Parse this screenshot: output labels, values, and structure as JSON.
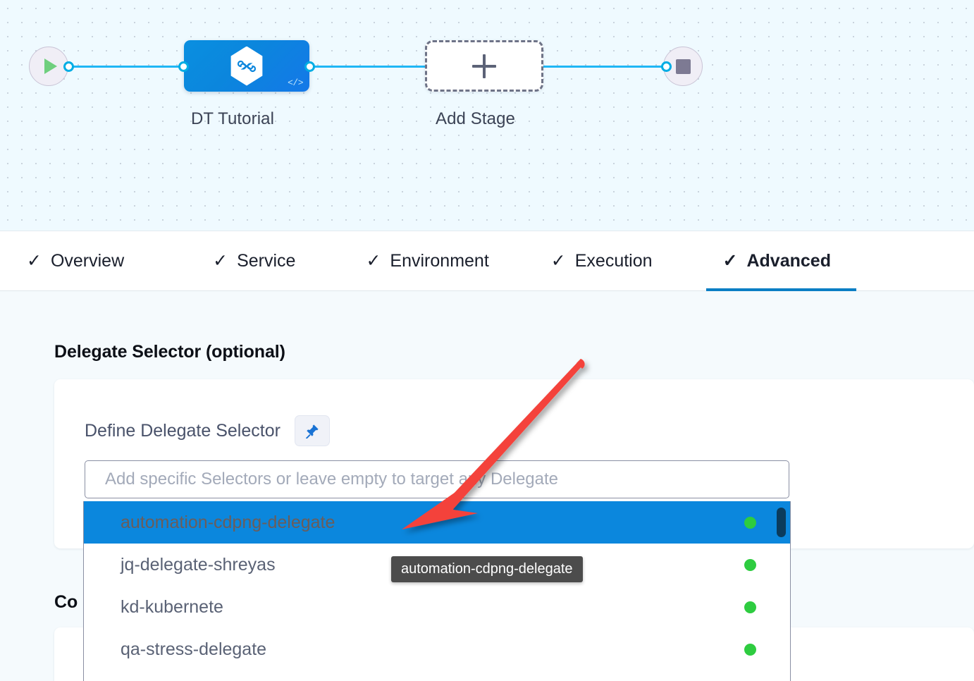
{
  "canvas": {
    "start_node": {
      "icon": "play-icon"
    },
    "end_node": {
      "icon": "stop-icon"
    },
    "stage": {
      "label": "DT Tutorial",
      "icon": "hexagon-infinity-icon",
      "code_badge": "</>"
    },
    "add_stage": {
      "label": "Add Stage",
      "icon": "plus-icon"
    }
  },
  "tabs": [
    {
      "label": "Overview",
      "check": "✓",
      "active": false
    },
    {
      "label": "Service",
      "check": "✓",
      "active": false
    },
    {
      "label": "Environment",
      "check": "✓",
      "active": false
    },
    {
      "label": "Execution",
      "check": "✓",
      "active": false
    },
    {
      "label": "Advanced",
      "check": "✓",
      "active": true
    }
  ],
  "panel": {
    "section_title": "Delegate Selector (optional)",
    "second_section_title": "Co",
    "field_label": "Define Delegate Selector",
    "pin_icon": "pushpin-icon",
    "selector_input": {
      "value": "",
      "placeholder": "Add specific Selectors or leave empty to target any Delegate"
    },
    "dropdown": {
      "items": [
        {
          "label": "automation-cdpng-delegate",
          "status": "connected",
          "selected": true
        },
        {
          "label": "jq-delegate-shreyas",
          "status": "connected",
          "selected": false
        },
        {
          "label": "kd-kubernete",
          "status": "connected",
          "selected": false
        },
        {
          "label": "qa-stress-delegate",
          "status": "connected",
          "selected": false
        }
      ]
    },
    "tooltip": "automation-cdpng-delegate"
  },
  "colors": {
    "accent_blue": "#0b87dd",
    "tab_underline": "#0a7ec4",
    "status_green": "#2ecc40",
    "annotation_red": "#f4433a",
    "canvas_bg": "#effaff",
    "panel_bg": "#f5fafd",
    "tooltip_bg": "#4c4c4c"
  }
}
